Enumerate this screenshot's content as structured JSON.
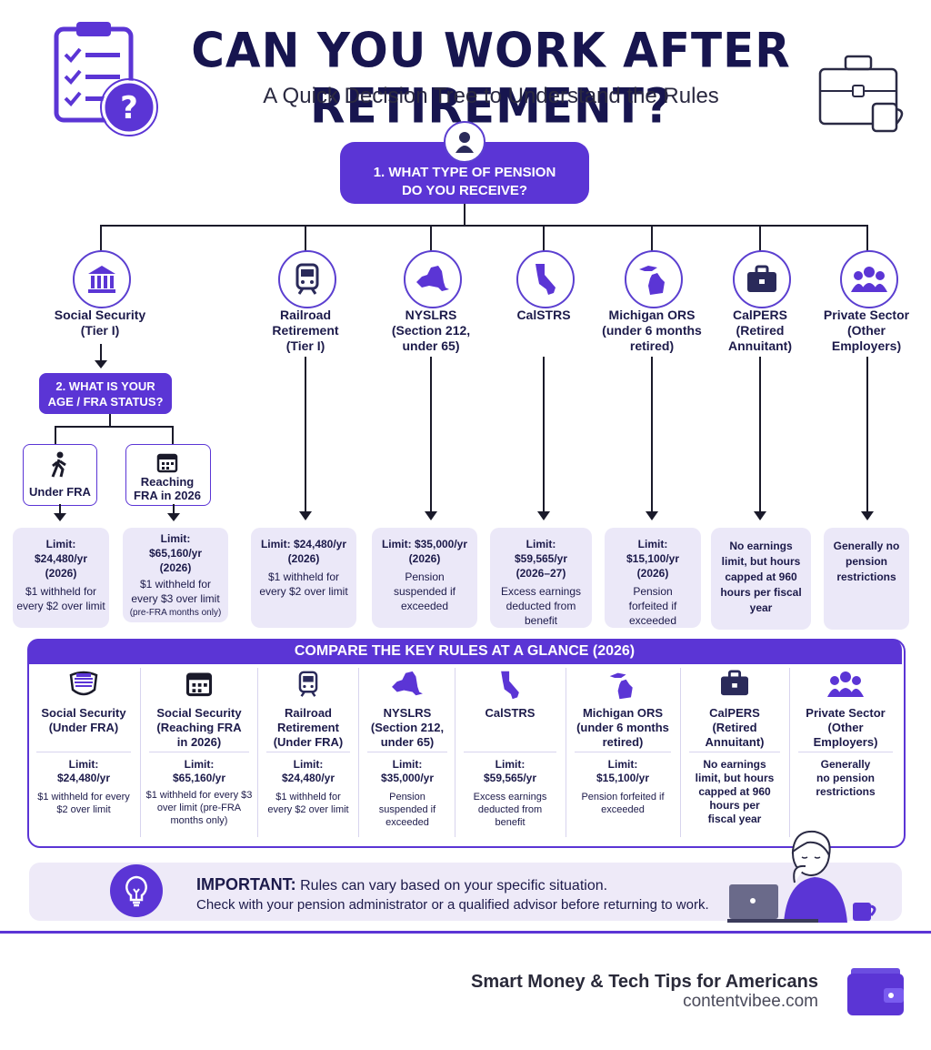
{
  "header": {
    "title": "CAN YOU WORK AFTER RETIREMENT?",
    "subtitle": "A Quick Decision Tree to Understand the Rules"
  },
  "question1": "1. WHAT TYPE OF PENSION DO YOU RECEIVE?",
  "question2": "2. WHAT IS YOUR AGE / FRA STATUS?",
  "pensions": [
    {
      "label": "Social Security (Tier I)",
      "icon": "bank-icon"
    },
    {
      "label": "Railroad Retirement (Tier I)",
      "icon": "train-icon"
    },
    {
      "label": "NYSLRS (Section 212, under 65)",
      "icon": "new-york-map-icon"
    },
    {
      "label": "CalSTRS",
      "icon": "california-map-icon"
    },
    {
      "label": "Michigan ORS (under 6 months retired)",
      "icon": "michigan-map-icon"
    },
    {
      "label": "CalPERS (Retired Annuitant)",
      "icon": "briefcase-icon"
    },
    {
      "label": "Private Sector (Other Employers)",
      "icon": "people-icon"
    }
  ],
  "fra": [
    {
      "label": "Under FRA",
      "icon": "walking-person-icon"
    },
    {
      "label": "Reaching FRA in 2026",
      "icon": "calendar-icon"
    }
  ],
  "limits": [
    {
      "limit": "Limit: $24,480/yr (2026)",
      "note": "$1 withheld for every $2 over limit"
    },
    {
      "limit": "Limit: $65,160/yr (2026)",
      "note": "$1 withheld for every $3 over limit",
      "small": "(pre-FRA months only)"
    },
    {
      "limit": "Limit: $24,480/yr (2026)",
      "note": "$1 withheld for every $2 over limit"
    },
    {
      "limit": "Limit: $35,000/yr (2026)",
      "note": "Pension suspended if exceeded"
    },
    {
      "limit": "Limit: $59,565/yr (2026–27)",
      "note": "Excess earnings deducted from benefit"
    },
    {
      "limit": "Limit: $15,100/yr (2026)",
      "note": "Pension forfeited if exceeded"
    },
    {
      "limit": "No earnings limit, but hours capped at 960 hours per fiscal year",
      "note": ""
    },
    {
      "limit": "Generally no pension restrictions",
      "note": ""
    }
  ],
  "compare": {
    "heading": "COMPARE THE KEY RULES AT A GLANCE (2026)",
    "columns": [
      {
        "name": "Social Security (Under FRA)",
        "limit": "Limit: $24,480/yr",
        "note": "$1 withheld for every $2 over limit",
        "icon": "shield-badge-icon"
      },
      {
        "name": "Social Security (Reaching FRA in 2026)",
        "limit": "Limit: $65,160/yr",
        "note": "$1 withheld for every $3 over limit (pre-FRA months only)",
        "icon": "calendar-icon"
      },
      {
        "name": "Railroad Retirement (Under FRA)",
        "limit": "Limit: $24,480/yr",
        "note": "$1 withheld for every $2 over limit",
        "icon": "train-icon"
      },
      {
        "name": "NYSLRS (Section 212, under 65)",
        "limit": "Limit: $35,000/yr",
        "note": "Pension suspended if exceeded",
        "icon": "new-york-map-icon"
      },
      {
        "name": "CalSTRS",
        "limit": "Limit: $59,565/yr",
        "note": "Excess earnings deducted from benefit",
        "icon": "california-map-icon"
      },
      {
        "name": "Michigan ORS (under 6 months retired)",
        "limit": "Limit: $15,100/yr",
        "note": "Pension forfeited if exceeded",
        "icon": "michigan-map-icon"
      },
      {
        "name": "CalPERS (Retired Annuitant)",
        "limit": "No earnings limit, but hours capped at 960 hours per fiscal year",
        "note": "",
        "icon": "briefcase-icon"
      },
      {
        "name": "Private Sector (Other Employers)",
        "limit": "Generally no pension restrictions",
        "note": "",
        "icon": "people-icon"
      }
    ]
  },
  "important": {
    "label": "IMPORTANT:",
    "line1": "Rules can vary based on your specific situation.",
    "line2": "Check with your pension administrator or a qualified advisor before returning to work."
  },
  "footer": {
    "tagline": "Smart Money & Tech Tips for Americans",
    "site": "contentvibee.com"
  },
  "colors": {
    "accent": "#5b35d5",
    "navy": "#17154f",
    "card": "#ebe8f8"
  }
}
